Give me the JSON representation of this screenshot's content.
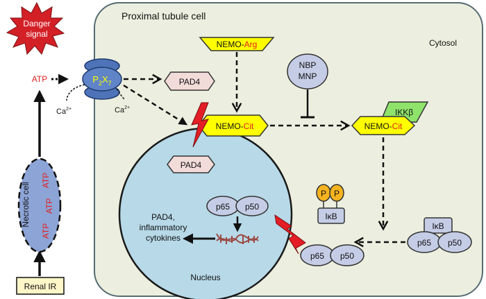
{
  "title": "Proximal tubule cell",
  "cytosol_label": "Cytosol",
  "nucleus_label": "Nucleus",
  "danger_signal": [
    "Danger",
    "signal"
  ],
  "atp_label": "ATP",
  "receptor": {
    "base_p": "P",
    "sub2": "2",
    "base_x": "X",
    "sub7": "7"
  },
  "calcium": {
    "base": "Ca",
    "sup": "2+"
  },
  "pad4_label": "PAD4",
  "nemo": {
    "prefix": "NEMO-",
    "arg": "Arg",
    "cit": "Cit"
  },
  "inhibitor": [
    "NBP",
    "MNP"
  ],
  "ikk_label": "IKKβ",
  "phospho_label": "P",
  "ikb_label": "IκB",
  "p65_label": "p65",
  "p50_label": "p50",
  "nucleus_targets": [
    "PAD4,",
    "inflammatory",
    "cytokines"
  ],
  "necrotic_cell_label": "Necrotic cell",
  "necrotic_atp": [
    "ATP",
    "ATP",
    "ATP"
  ],
  "renal_ir_label": "Renal IR",
  "colors": {
    "cell_fill": "#ECEFDF",
    "cell_stroke": "#566B73",
    "nucleus_fill": "#B7D9E8",
    "nemo_fill": "#FFFF00",
    "pad4_fill": "#F2DCD9",
    "protein_fill": "#C5CDE6",
    "ikk_fill": "#8FE36B",
    "phospho_fill": "#F5B31F",
    "danger_fill": "#D32027",
    "red_text": "#E02020",
    "receptor_fill": "#4E73B8",
    "renal_fill": "#FFF6C8"
  }
}
